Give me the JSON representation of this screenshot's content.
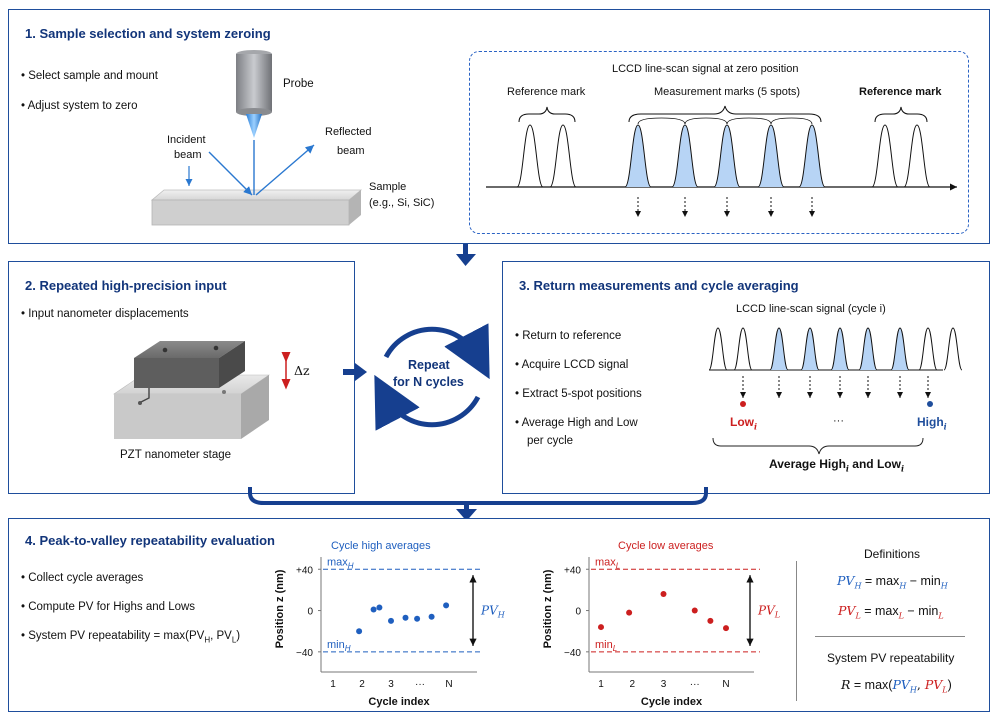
{
  "panel1": {
    "title": "1. Sample selection and system zeroing",
    "bullets": [
      "• Select sample and mount",
      "• Adjust system to zero"
    ],
    "labels": {
      "probe": "Probe",
      "incident_1": "Incident",
      "incident_2": "beam",
      "reflected_1": "Reflected",
      "reflected_2": "beam",
      "sample_1": "Sample",
      "sample_2": "(e.g., Si, SiC)"
    },
    "signal": {
      "title": "LCCD line-scan signal at zero position",
      "ref_left": "Reference mark",
      "measure": "Measurement marks (5 spots)",
      "ref_right": "Reference mark"
    }
  },
  "panel2": {
    "title": "2. Repeated high-precision input",
    "bullets": [
      "• Input nanometer displacements"
    ],
    "dz": "Δz",
    "stage_label": "PZT nanometer stage"
  },
  "repeat": {
    "line1": "Repeat",
    "line2": "for N cycles"
  },
  "panel3": {
    "title": "3. Return measurements and cycle averaging",
    "bullets": [
      "• Return to reference",
      "• Acquire LCCD signal",
      "• Extract 5-spot positions",
      "• Average High and Low",
      "per cycle"
    ],
    "signal_title": "LCCD line-scan signal (cycle i)",
    "low": "Low",
    "high": "High",
    "sub_i": "i",
    "ellipsis": "···",
    "avg_a": "Average High",
    "avg_b": " and Low"
  },
  "panel4": {
    "title": "4. Peak-to-valley repeatability evaluation",
    "bullets": [
      "• Collect cycle averages",
      "• Compute PV for Highs and Lows"
    ],
    "bullet3": {
      "prefix": "• System PV repeatability = max(PV",
      "h": "H",
      "mid": ", PV",
      "l": "L",
      "end": ")"
    },
    "definitions": {
      "heading": "Definitions",
      "pvh": {
        "lhs": "PV",
        "sub": "H",
        "rhs_a": " = max",
        "sub_a": "H",
        "rhs_b": " − min",
        "sub_b": "H"
      },
      "pvl": {
        "lhs": "PV",
        "sub": "L",
        "rhs_a": " = max",
        "sub_a": "L",
        "rhs_b": " − min",
        "sub_b": "L"
      },
      "system": "System PV repeatability",
      "formula": {
        "a": "R",
        "b": " = max(",
        "c": "PV",
        "c_sub": "H",
        "d": ", ",
        "e": "PV",
        "e_sub": "L",
        "f": ")"
      }
    }
  },
  "chart_data": [
    {
      "type": "scatter",
      "title": "Cycle high averages",
      "xlabel": "Cycle index",
      "ylabel": "Position z (nm)",
      "x_ticks": [
        "1",
        "2",
        "3",
        "···",
        "N"
      ],
      "y_ticks": [
        "+40",
        "0",
        "−40"
      ],
      "ylim": [
        -45,
        48
      ],
      "max_label": "max",
      "min_label": "min",
      "sub": "H",
      "max_line": 40,
      "min_line": -40,
      "pv_label": "PV",
      "color": "#1f5fbf",
      "points": [
        {
          "x": 1.9,
          "y": -20
        },
        {
          "x": 2.4,
          "y": 1
        },
        {
          "x": 2.6,
          "y": 3
        },
        {
          "x": 3.0,
          "y": -10
        },
        {
          "x": 3.5,
          "y": -7
        },
        {
          "x": 3.9,
          "y": -8
        },
        {
          "x": 4.4,
          "y": -6
        },
        {
          "x": 4.9,
          "y": 5
        }
      ]
    },
    {
      "type": "scatter",
      "title": "Cycle low averages",
      "xlabel": "Cycle index",
      "ylabel": "Position z (nm)",
      "x_ticks": [
        "1",
        "2",
        "3",
        "···",
        "N"
      ],
      "y_ticks": [
        "+40",
        "0",
        "−40"
      ],
      "ylim": [
        -45,
        48
      ],
      "max_label": "max",
      "min_label": "min",
      "sub": "L",
      "max_line": 40,
      "min_line": -40,
      "pv_label": "PV",
      "color": "#cc1f1f",
      "points": [
        {
          "x": 1.0,
          "y": -16
        },
        {
          "x": 1.9,
          "y": -2
        },
        {
          "x": 3.0,
          "y": 16
        },
        {
          "x": 4.0,
          "y": 0
        },
        {
          "x": 4.5,
          "y": -10
        },
        {
          "x": 5.0,
          "y": -17
        }
      ]
    }
  ],
  "colors": {
    "accent": "#1f4e9c",
    "title": "#12357a",
    "high": "#1f5fbf",
    "low": "#cc1f1f"
  },
  "icons": [
    "probe-icon",
    "sample-block-icon",
    "pzt-stage-icon",
    "repeat-cycle-icon",
    "flow-arrow-icon"
  ]
}
